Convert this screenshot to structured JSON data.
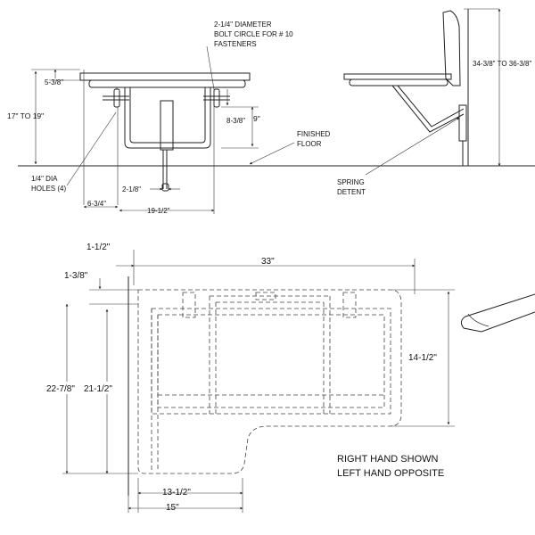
{
  "front_view": {
    "bolt_circle_note": [
      "2-1/4\" DIAMETER",
      "BOLT CIRCLE FOR # 10",
      "FASTENERS"
    ],
    "seat_thickness": "5-3/8\"",
    "seat_height": "17\" TO 19\"",
    "bracket_offset": "8-3/8\"",
    "bracket_height": "9\"",
    "finished_floor": [
      "FINISHED",
      "FLOOR"
    ],
    "holes_note": [
      "1/4\" DIA",
      "HOLES (4)"
    ],
    "leg_dim": "2-1/8\"",
    "offset_dim": "6-3/4\"",
    "width_dim": "19-1/2\""
  },
  "side_view": {
    "height_range": "34-3/8\" TO 36-3/8\"",
    "spring_detent": [
      "SPRING",
      "DETENT"
    ]
  },
  "plan_view": {
    "top_gap": "1-1/2\"",
    "overall_width": "33\"",
    "edge_gap": "1-3/8\"",
    "overall_depth": "22-7/8\"",
    "seat_depth": "21-1/2\"",
    "side_depth": "14-1/2\"",
    "bottom_inner": "13-1/2\"",
    "bottom_overall": "15\"",
    "note": [
      "RIGHT HAND SHOWN",
      "LEFT HAND OPPOSITE"
    ]
  }
}
